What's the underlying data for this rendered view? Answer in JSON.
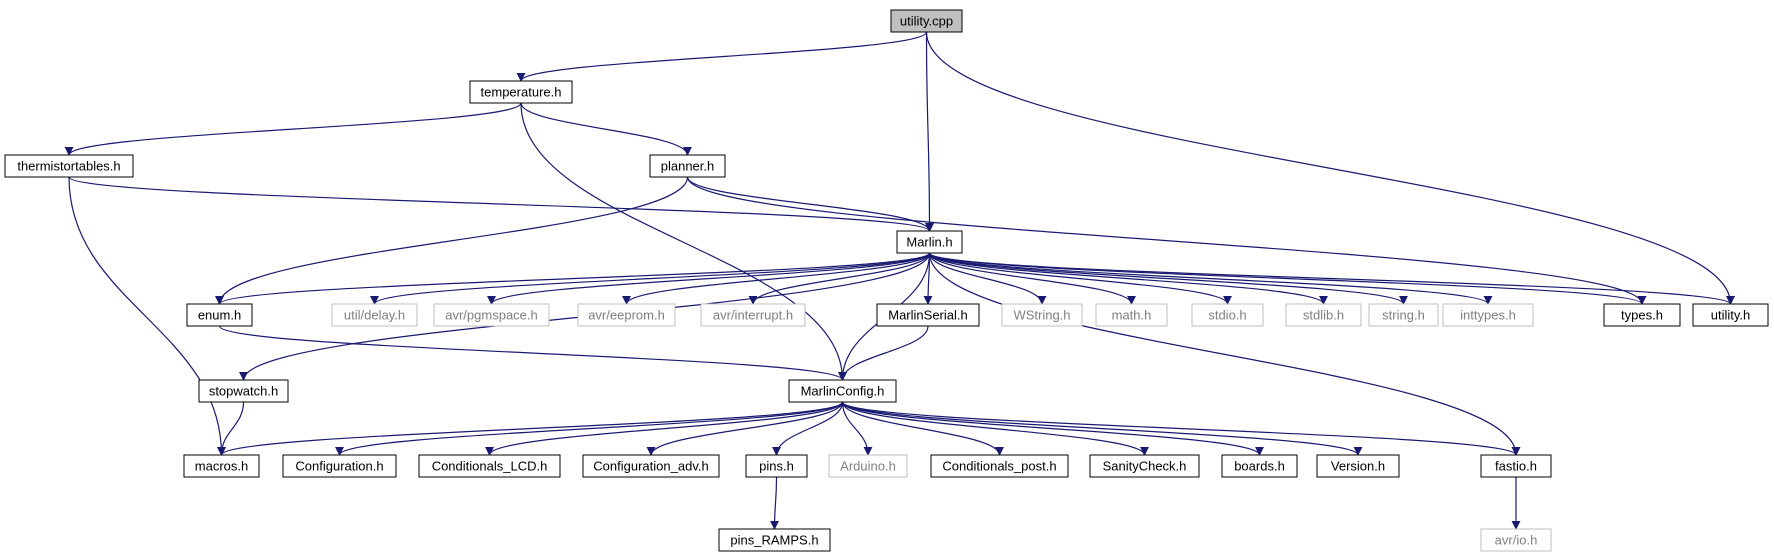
{
  "diagram": {
    "colors": {
      "edge": "#191970",
      "root_fill": "#bfbfbf",
      "node_border": "#000000",
      "external_border": "#bfbfbf",
      "text": "#000000",
      "external_text": "#7f7f7f"
    },
    "nodes": [
      {
        "id": "utility_cpp",
        "label": "utility.cpp",
        "kind": "root"
      },
      {
        "id": "temperature_h",
        "label": "temperature.h",
        "kind": "local"
      },
      {
        "id": "thermistortables_h",
        "label": "thermistortables.h",
        "kind": "local"
      },
      {
        "id": "planner_h",
        "label": "planner.h",
        "kind": "local"
      },
      {
        "id": "marlin_h",
        "label": "Marlin.h",
        "kind": "local"
      },
      {
        "id": "enum_h",
        "label": "enum.h",
        "kind": "local"
      },
      {
        "id": "util_delay_h",
        "label": "util/delay.h",
        "kind": "external"
      },
      {
        "id": "avr_pgmspace_h",
        "label": "avr/pgmspace.h",
        "kind": "external"
      },
      {
        "id": "avr_eeprom_h",
        "label": "avr/eeprom.h",
        "kind": "external"
      },
      {
        "id": "avr_interrupt_h",
        "label": "avr/interrupt.h",
        "kind": "external"
      },
      {
        "id": "marlinserial_h",
        "label": "MarlinSerial.h",
        "kind": "local"
      },
      {
        "id": "wstring_h",
        "label": "WString.h",
        "kind": "external"
      },
      {
        "id": "math_h",
        "label": "math.h",
        "kind": "external"
      },
      {
        "id": "stdio_h",
        "label": "stdio.h",
        "kind": "external"
      },
      {
        "id": "stdlib_h",
        "label": "stdlib.h",
        "kind": "external"
      },
      {
        "id": "string_h",
        "label": "string.h",
        "kind": "external"
      },
      {
        "id": "inttypes_h",
        "label": "inttypes.h",
        "kind": "external"
      },
      {
        "id": "types_h",
        "label": "types.h",
        "kind": "local"
      },
      {
        "id": "utility_h",
        "label": "utility.h",
        "kind": "local"
      },
      {
        "id": "stopwatch_h",
        "label": "stopwatch.h",
        "kind": "local"
      },
      {
        "id": "marlinconfig_h",
        "label": "MarlinConfig.h",
        "kind": "local"
      },
      {
        "id": "macros_h",
        "label": "macros.h",
        "kind": "local"
      },
      {
        "id": "configuration_h",
        "label": "Configuration.h",
        "kind": "local"
      },
      {
        "id": "conditionals_lcd_h",
        "label": "Conditionals_LCD.h",
        "kind": "local"
      },
      {
        "id": "configuration_adv_h",
        "label": "Configuration_adv.h",
        "kind": "local"
      },
      {
        "id": "pins_h",
        "label": "pins.h",
        "kind": "local"
      },
      {
        "id": "arduino_h",
        "label": "Arduino.h",
        "kind": "external"
      },
      {
        "id": "conditionals_post_h",
        "label": "Conditionals_post.h",
        "kind": "local"
      },
      {
        "id": "sanitycheck_h",
        "label": "SanityCheck.h",
        "kind": "local"
      },
      {
        "id": "boards_h",
        "label": "boards.h",
        "kind": "local"
      },
      {
        "id": "version_h",
        "label": "Version.h",
        "kind": "local"
      },
      {
        "id": "fastio_h",
        "label": "fastio.h",
        "kind": "local"
      },
      {
        "id": "pins_ramps_h",
        "label": "pins_RAMPS.h",
        "kind": "local"
      },
      {
        "id": "avr_io_h",
        "label": "avr/io.h",
        "kind": "external"
      }
    ],
    "edges": [
      {
        "from": "utility_cpp",
        "to": "temperature_h"
      },
      {
        "from": "utility_cpp",
        "to": "marlin_h"
      },
      {
        "from": "utility_cpp",
        "to": "utility_h"
      },
      {
        "from": "temperature_h",
        "to": "thermistortables_h"
      },
      {
        "from": "temperature_h",
        "to": "planner_h"
      },
      {
        "from": "temperature_h",
        "to": "marlinconfig_h"
      },
      {
        "from": "thermistortables_h",
        "to": "marlin_h"
      },
      {
        "from": "thermistortables_h",
        "to": "macros_h"
      },
      {
        "from": "planner_h",
        "to": "marlin_h"
      },
      {
        "from": "planner_h",
        "to": "enum_h"
      },
      {
        "from": "planner_h",
        "to": "types_h"
      },
      {
        "from": "marlin_h",
        "to": "enum_h"
      },
      {
        "from": "marlin_h",
        "to": "util_delay_h"
      },
      {
        "from": "marlin_h",
        "to": "avr_pgmspace_h"
      },
      {
        "from": "marlin_h",
        "to": "avr_eeprom_h"
      },
      {
        "from": "marlin_h",
        "to": "avr_interrupt_h"
      },
      {
        "from": "marlin_h",
        "to": "marlinserial_h"
      },
      {
        "from": "marlin_h",
        "to": "wstring_h"
      },
      {
        "from": "marlin_h",
        "to": "math_h"
      },
      {
        "from": "marlin_h",
        "to": "stdio_h"
      },
      {
        "from": "marlin_h",
        "to": "stdlib_h"
      },
      {
        "from": "marlin_h",
        "to": "string_h"
      },
      {
        "from": "marlin_h",
        "to": "inttypes_h"
      },
      {
        "from": "marlin_h",
        "to": "types_h"
      },
      {
        "from": "marlin_h",
        "to": "utility_h"
      },
      {
        "from": "marlin_h",
        "to": "stopwatch_h"
      },
      {
        "from": "marlin_h",
        "to": "marlinconfig_h"
      },
      {
        "from": "marlin_h",
        "to": "fastio_h"
      },
      {
        "from": "enum_h",
        "to": "marlinconfig_h"
      },
      {
        "from": "marlinserial_h",
        "to": "marlinconfig_h"
      },
      {
        "from": "stopwatch_h",
        "to": "macros_h"
      },
      {
        "from": "marlinconfig_h",
        "to": "macros_h"
      },
      {
        "from": "marlinconfig_h",
        "to": "configuration_h"
      },
      {
        "from": "marlinconfig_h",
        "to": "conditionals_lcd_h"
      },
      {
        "from": "marlinconfig_h",
        "to": "configuration_adv_h"
      },
      {
        "from": "marlinconfig_h",
        "to": "pins_h"
      },
      {
        "from": "marlinconfig_h",
        "to": "arduino_h"
      },
      {
        "from": "marlinconfig_h",
        "to": "conditionals_post_h"
      },
      {
        "from": "marlinconfig_h",
        "to": "sanitycheck_h"
      },
      {
        "from": "marlinconfig_h",
        "to": "boards_h"
      },
      {
        "from": "marlinconfig_h",
        "to": "version_h"
      },
      {
        "from": "marlinconfig_h",
        "to": "fastio_h"
      },
      {
        "from": "pins_h",
        "to": "pins_ramps_h"
      },
      {
        "from": "fastio_h",
        "to": "avr_io_h"
      }
    ]
  }
}
